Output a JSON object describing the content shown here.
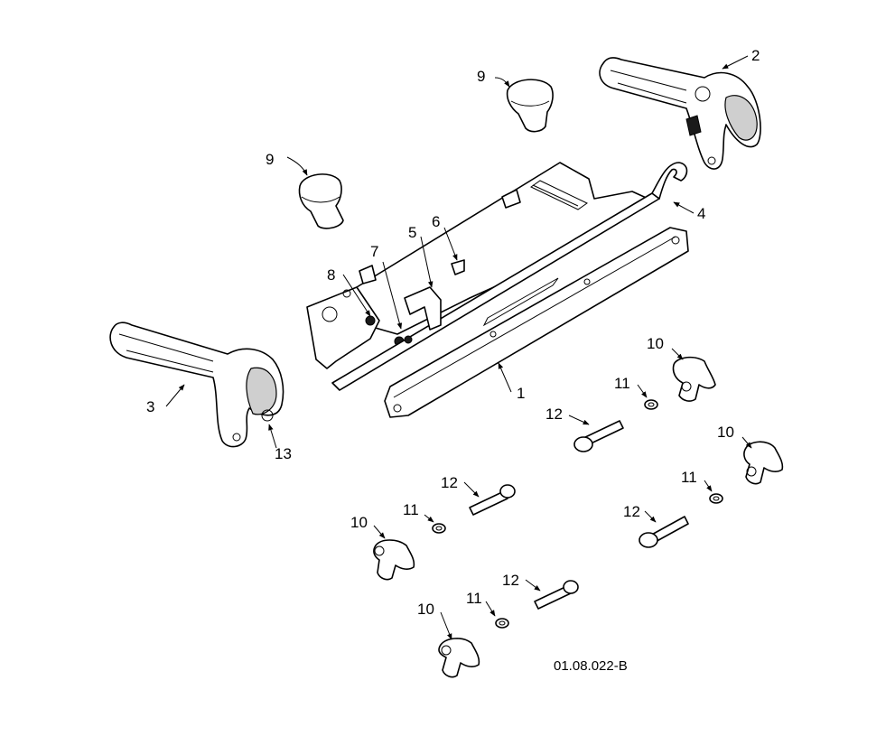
{
  "diagram": {
    "callouts": {
      "c1": "1",
      "c2": "2",
      "c3": "3",
      "c4": "4",
      "c5": "5",
      "c6": "6",
      "c7": "7",
      "c8": "8",
      "c9a": "9",
      "c9b": "9",
      "c10a": "10",
      "c10b": "10",
      "c10c": "10",
      "c10d": "10",
      "c11a": "11",
      "c11b": "11",
      "c11c": "11",
      "c11d": "11",
      "c12a": "12",
      "c12b": "12",
      "c12c": "12",
      "c12d": "12",
      "c13": "13"
    },
    "document_number": "01.08.022-B"
  }
}
